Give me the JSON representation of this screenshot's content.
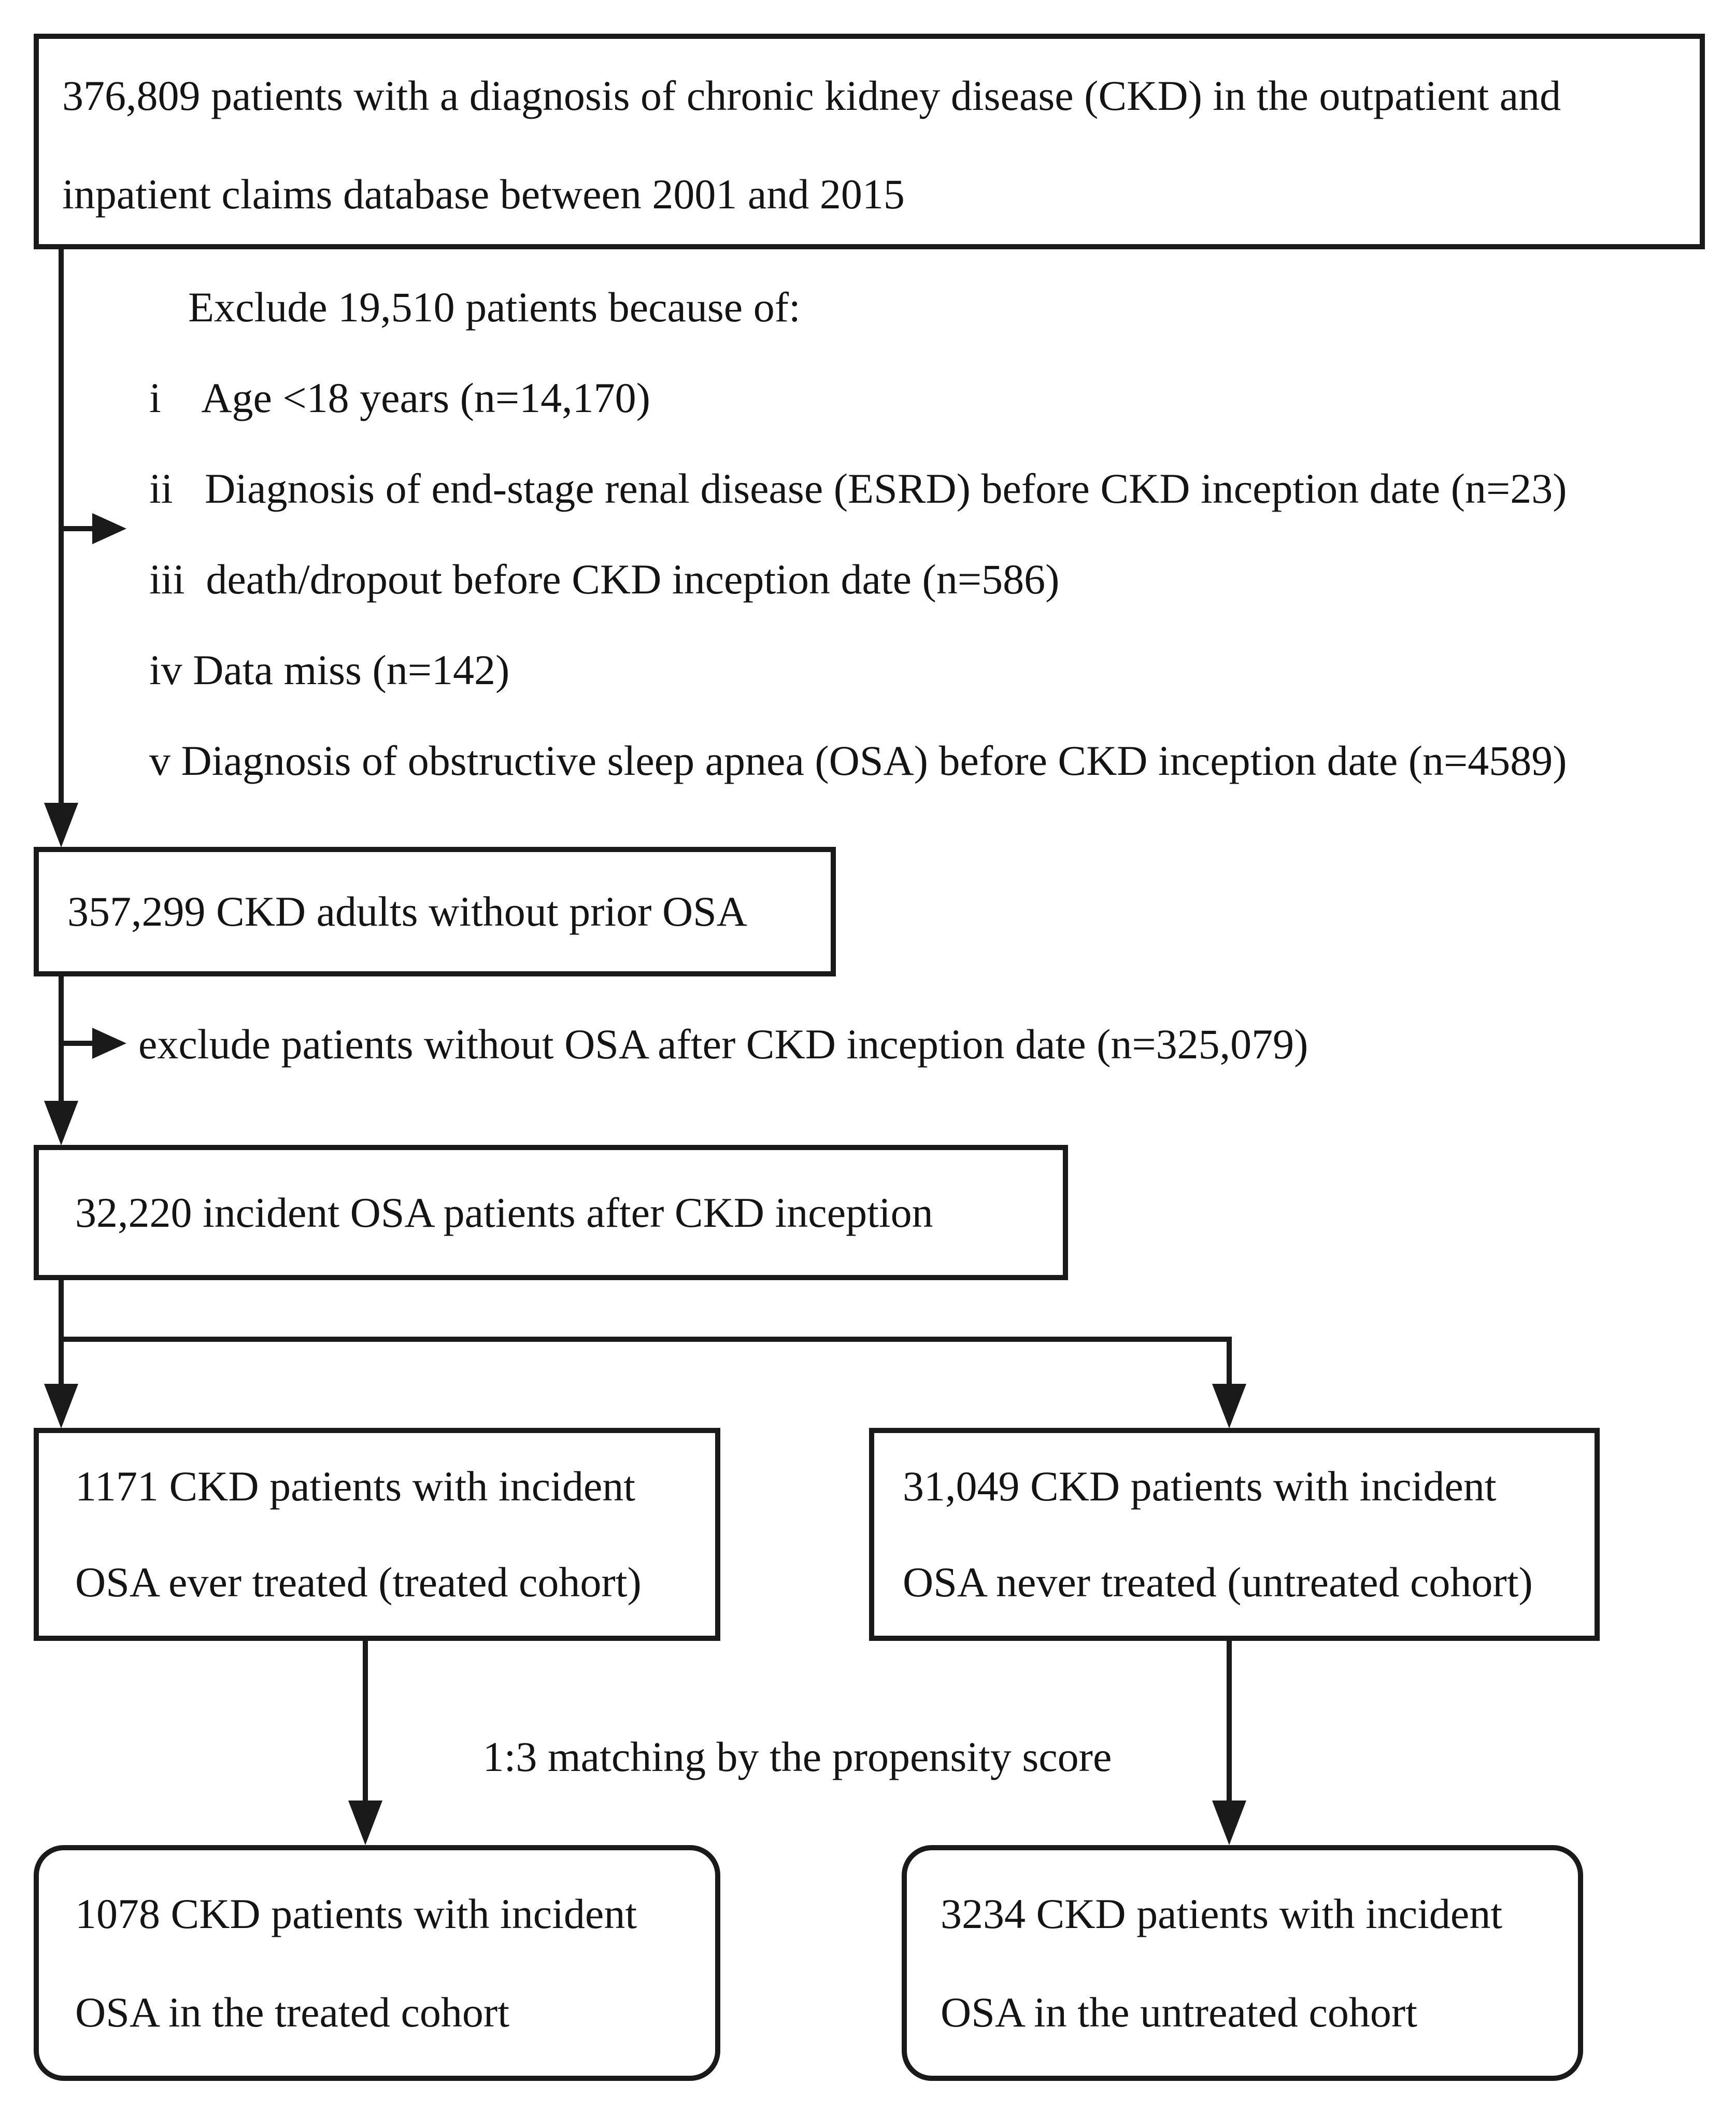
{
  "figure": {
    "colors": {
      "background": "#ffffff",
      "ink": "#141414",
      "line": "#1a1a1a"
    },
    "source_box": {
      "line1": "376,809 patients with a diagnosis of chronic kidney disease (CKD) in the outpatient and",
      "line2": "inpatient claims database between 2001 and 2015"
    },
    "exclusion": {
      "heading": "Exclude 19,510 patients because of:",
      "items": [
        "i    Age <18 years (n=14,170)",
        "ii   Diagnosis of end-stage renal disease (ESRD) before CKD inception date (n=23)",
        "iii  death/dropout before CKD inception date (n=586)",
        "iv Data miss (n=142)",
        "v Diagnosis of obstructive sleep apnea (OSA) before CKD inception date (n=4589)"
      ]
    },
    "no_prior_osa_box": {
      "text": "357,299 CKD adults without prior OSA"
    },
    "exclusion2": {
      "text": "exclude patients without OSA after CKD inception date (n=325,079)"
    },
    "incident_osa_box": {
      "text": "32,220 incident OSA patients after CKD inception"
    },
    "treated_box": {
      "line1": "1171 CKD patients with incident",
      "line2": "OSA ever treated (treated cohort)"
    },
    "untreated_box": {
      "line1": "31,049 CKD patients with incident",
      "line2": "OSA never treated (untreated cohort)"
    },
    "matching_label": {
      "text": "1:3 matching by the propensity score"
    },
    "matched_treated_box": {
      "line1": "1078 CKD patients with incident",
      "line2": "OSA in the treated cohort"
    },
    "matched_untreated_box": {
      "line1": "3234 CKD patients with incident",
      "line2": "OSA in the untreated cohort"
    }
  }
}
